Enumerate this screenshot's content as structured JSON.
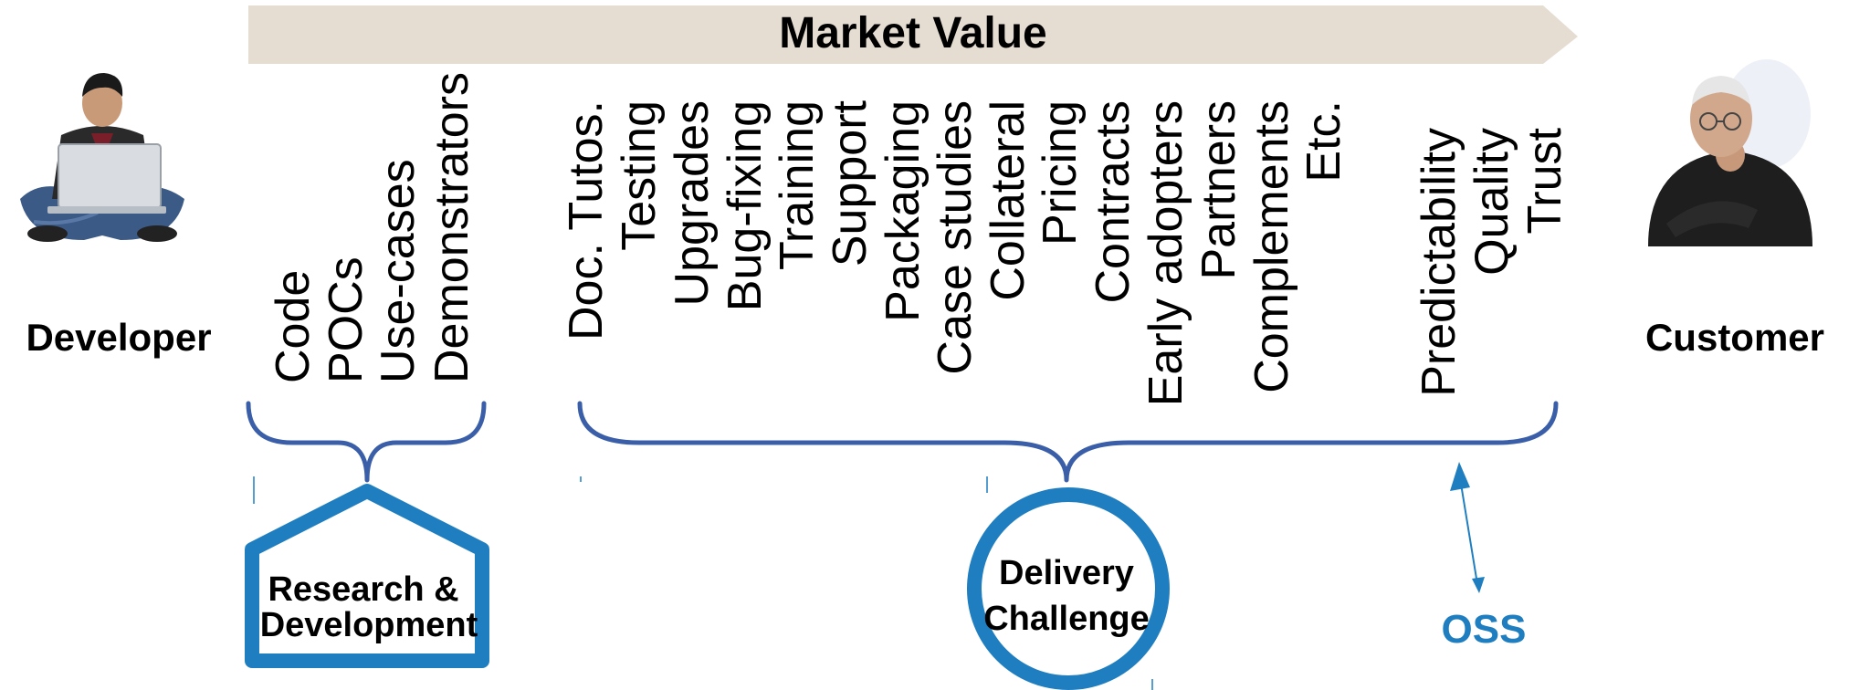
{
  "header": {
    "title": "Market Value"
  },
  "actors": {
    "developer": {
      "label": "Developer",
      "icon": "developer-with-laptop-icon"
    },
    "customer": {
      "label": "Customer",
      "icon": "thinking-customer-icon"
    }
  },
  "rd_items": [
    "Code",
    "POCs",
    "Use-cases",
    "Demonstrators"
  ],
  "delivery_items": [
    "Doc. Tutos.",
    "Testing",
    "Upgrades",
    "Bug-fixing",
    "Training",
    "Support",
    "Packaging",
    "Case studies",
    "Collateral",
    "Pricing",
    "Contracts",
    "Early adopters",
    "Partners",
    "Complements",
    "Etc."
  ],
  "trust_items": [
    "Predictability",
    "Quality",
    "Trust"
  ],
  "groups": {
    "rd": {
      "line1": "Research &",
      "line2": "Development"
    },
    "delivery": {
      "line1": "Delivery",
      "line2": "Challenge"
    },
    "oss": {
      "label": "OSS"
    }
  },
  "colors": {
    "banner": "#e5ddd2",
    "brace": "#3a5fa8",
    "accent": "#1f7ec0"
  }
}
